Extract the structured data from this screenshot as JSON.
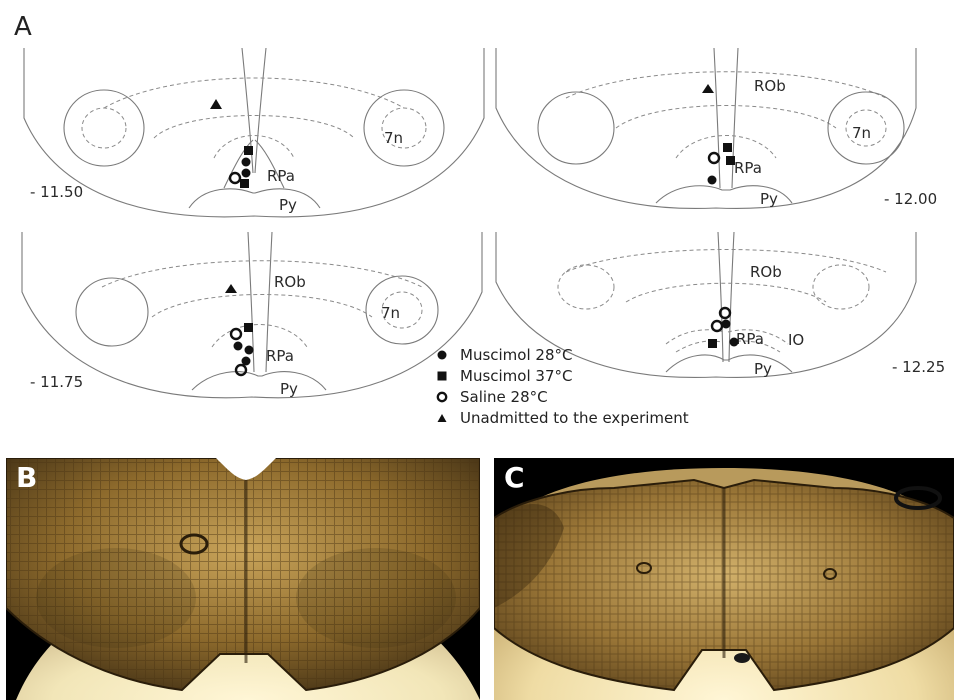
{
  "figure": {
    "panel_a_letter": "A",
    "panel_b_letter": "B",
    "panel_c_letter": "C"
  },
  "sections": [
    {
      "coordinate": "- 11.50",
      "labels": {
        "rpa": "RPa",
        "py": "Py",
        "seven_n": "7n"
      }
    },
    {
      "coordinate": "- 12.00",
      "labels": {
        "rob": "ROb",
        "rpa": "RPa",
        "py": "Py",
        "seven_n": "7n"
      }
    },
    {
      "coordinate": "- 11.75",
      "labels": {
        "rob": "ROb",
        "rpa": "RPa",
        "py": "Py",
        "seven_n": "7n"
      }
    },
    {
      "coordinate": "- 12.25",
      "labels": {
        "rob": "ROb",
        "rpa": "RPa",
        "py": "Py",
        "io": "IO"
      }
    }
  ],
  "legend": [
    {
      "marker": "filled-circle",
      "label": "Muscimol 28°C"
    },
    {
      "marker": "filled-square",
      "label": "Muscimol 37°C"
    },
    {
      "marker": "open-circle",
      "label": "Saline 28°C"
    },
    {
      "marker": "filled-triangle",
      "label": "Unadmitted to the experiment"
    }
  ],
  "colors": {
    "outline": "#7a7a7a",
    "marker": "#111111",
    "tissue_dark": "#3a2a12",
    "tissue_light": "#c9a45a",
    "backlight": "#fff6d6"
  }
}
